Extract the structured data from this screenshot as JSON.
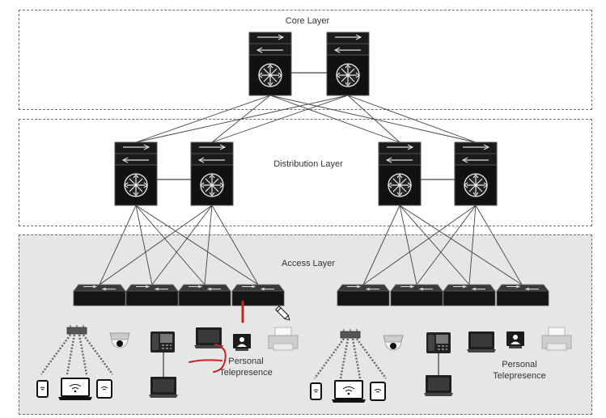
{
  "layers": {
    "core": "Core Layer",
    "distribution": "Distribution Layer",
    "access": "Access Layer"
  },
  "telepresence": {
    "left": [
      "Personal",
      "Telepresence"
    ],
    "right": [
      "Personal",
      "Telepresence"
    ]
  },
  "colors": {
    "device_dark": "#1b1b1b",
    "access_bg": "#e6e6e6",
    "link_line": "#444444",
    "annotation_red": "#d01f1f"
  },
  "icons": [
    "multilayer-switch-icon",
    "access-switch-icon",
    "wireless-ap-icon",
    "ip-camera-icon",
    "ip-phone-icon",
    "laptop-icon",
    "telepresence-icon",
    "printer-icon",
    "smartphone-icon",
    "tablet-icon"
  ]
}
